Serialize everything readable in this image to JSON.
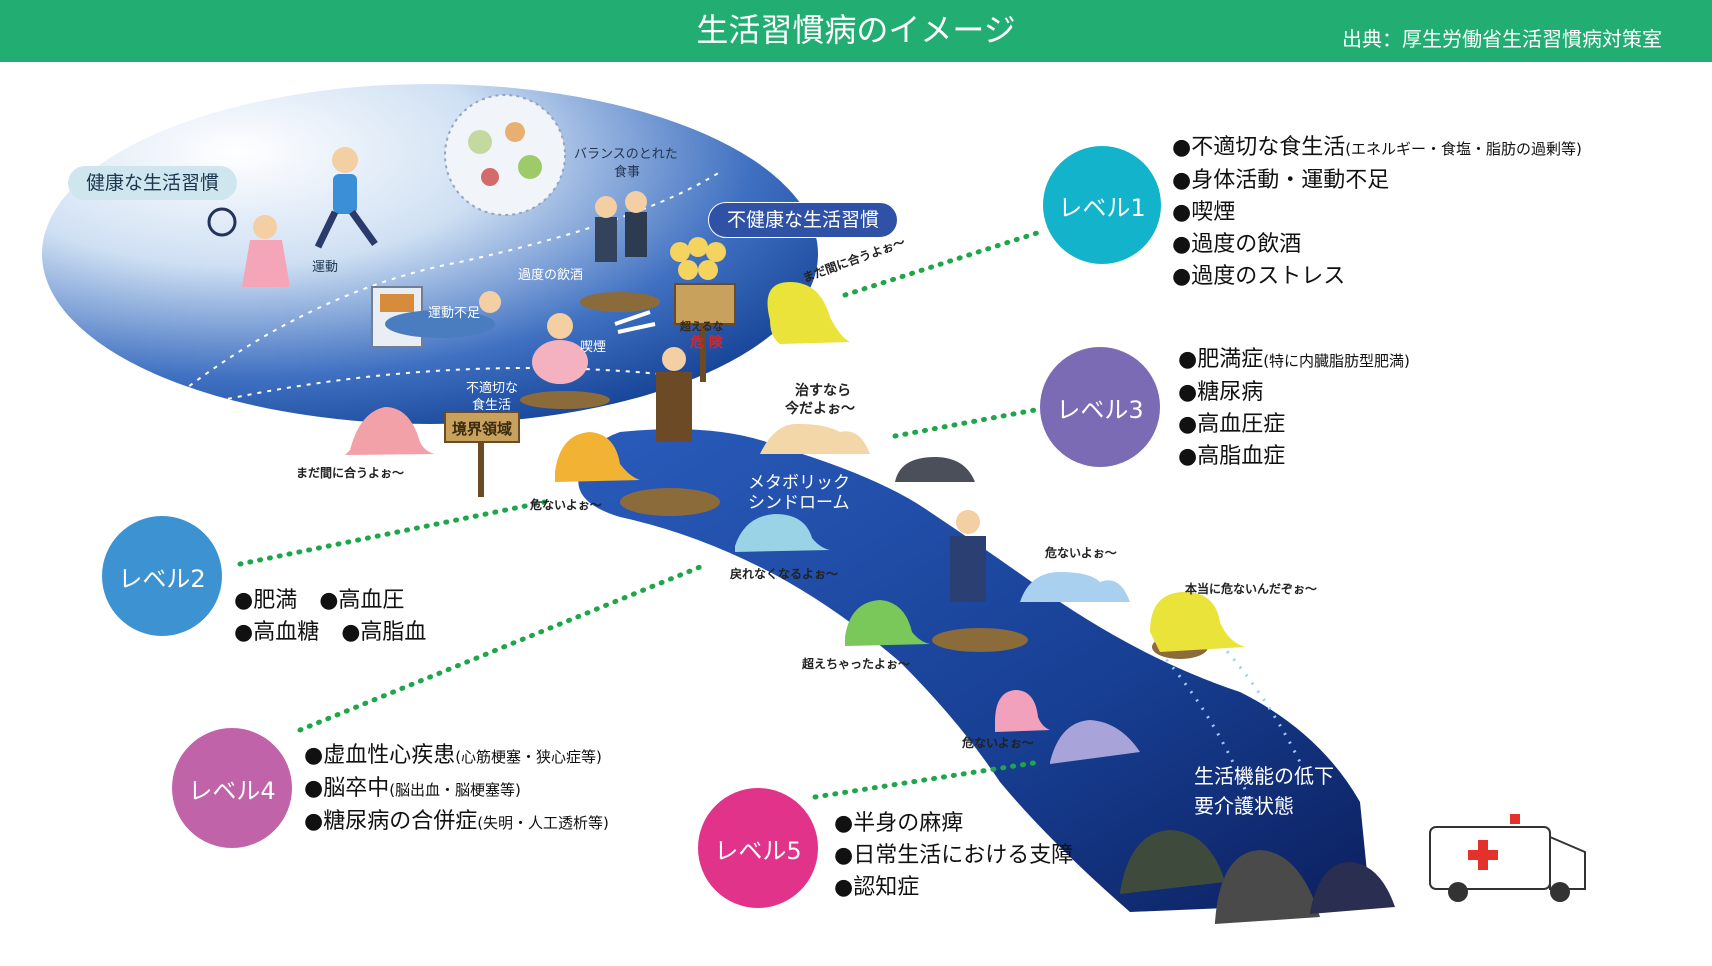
{
  "header": {
    "title": "生活習慣病のイメージ",
    "source": "出典：厚生労働省生活習慣病対策室"
  },
  "colors": {
    "header": "#22ad73",
    "level1": "#13b3cb",
    "level2": "#3d93d1",
    "level3": "#7a6bb4",
    "level4": "#c163a8",
    "level5": "#e2338a",
    "dots": "#1fa64a",
    "river": "#163a8c"
  },
  "scene_labels": {
    "healthy": "健康な生活習慣",
    "unhealthy": "不健康な生活習慣",
    "balanced_meal_1": "バランスのとれた",
    "balanced_meal_2": "食事",
    "exercise": "運動",
    "drinking": "過度の飲酒",
    "no_exercise": "運動不足",
    "smoking": "喫煙",
    "bad_diet_1": "不適切な",
    "bad_diet_2": "食生活",
    "danger_sign_1": "超えるな",
    "danger_sign_2": "危 険",
    "boundary_sign": "境界領域",
    "metabolic_1": "メタボリック",
    "metabolic_2": "シンドローム",
    "decline_1": "生活機能の低下",
    "decline_2": "要介護状態"
  },
  "speech": {
    "still_in_time_top": "まだ間に合うよぉ～",
    "still_in_time_left": "まだ間に合うよぉ～",
    "cure_now_1": "治すなら",
    "cure_now_2": "今だよぉ～",
    "dangerous_1": "危ないよぉ～",
    "cannot_return": "戻れなくなるよぉ～",
    "dangerous_2": "危ないよぉ～",
    "really_dangerous": "本当に危ないんだぞぉ～",
    "crossed_over": "超えちゃったよぉ～",
    "dangerous_3": "危ないよぉ～"
  },
  "levels": [
    {
      "name": "レベル1",
      "items": [
        {
          "main": "●不適切な食生活",
          "note": "(エネルギー・食塩・脂肪の過剰等)"
        },
        {
          "main": "●身体活動・運動不足",
          "note": ""
        },
        {
          "main": "●喫煙",
          "note": ""
        },
        {
          "main": "●過度の飲酒",
          "note": ""
        },
        {
          "main": "●過度のストレス",
          "note": ""
        }
      ]
    },
    {
      "name": "レベル2",
      "items": [
        {
          "main": "●肥満　●高血圧",
          "note": ""
        },
        {
          "main": "●高血糖　●高脂血",
          "note": ""
        }
      ]
    },
    {
      "name": "レベル3",
      "items": [
        {
          "main": "●肥満症",
          "note": "(特に内臓脂肪型肥満)"
        },
        {
          "main": "●糖尿病",
          "note": ""
        },
        {
          "main": "●高血圧症",
          "note": ""
        },
        {
          "main": "●高脂血症",
          "note": ""
        }
      ]
    },
    {
      "name": "レベル4",
      "items": [
        {
          "main": "●虚血性心疾患",
          "note": "(心筋梗塞・狭心症等)"
        },
        {
          "main": "●脳卒中",
          "note": "(脳出血・脳梗塞等)"
        },
        {
          "main": "●糖尿病の合併症",
          "note": "(失明・人工透析等)"
        }
      ]
    },
    {
      "name": "レベル5",
      "items": [
        {
          "main": "●半身の麻痺",
          "note": ""
        },
        {
          "main": "●日常生活における支障",
          "note": ""
        },
        {
          "main": "●認知症",
          "note": ""
        }
      ]
    }
  ]
}
